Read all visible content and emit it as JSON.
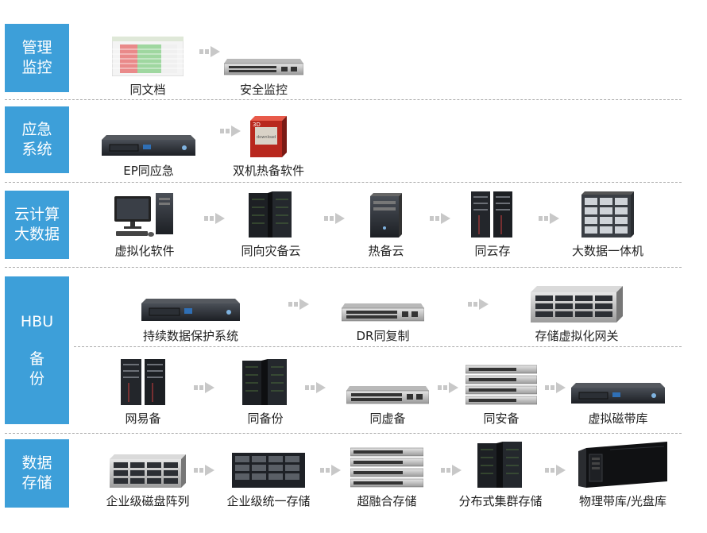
{
  "colors": {
    "category_bg": "#3d9fd9",
    "arrow": "#c8c8c8",
    "divider": "#aaaaaa"
  },
  "categories": [
    {
      "lines": [
        "管理",
        "监控"
      ]
    },
    {
      "lines": [
        "应急",
        "系统"
      ]
    },
    {
      "lines": [
        "云计算",
        "大数据"
      ]
    },
    {
      "lines": [
        "HBU",
        "备",
        "份"
      ]
    },
    {
      "lines": [
        "数据",
        "存储"
      ]
    }
  ],
  "items": {
    "tongwendang": {
      "label": "同文档",
      "icon": "spreadsheet-screenshot-icon"
    },
    "anquanjiankong": {
      "label": "安全监控",
      "icon": "network-switch-icon"
    },
    "ep_tongyingji": {
      "label": "EP同应急",
      "icon": "rack-server-icon"
    },
    "shuangjirebei": {
      "label": "双机热备软件",
      "icon": "software-box-icon"
    },
    "box_text_top": "3D",
    "box_text_side": "download",
    "xunihua": {
      "label": "虚拟化软件",
      "icon": "desktop-computer-icon"
    },
    "tongxiangzaibei": {
      "label": "同向灾备云",
      "icon": "server-cabinet-icon"
    },
    "rebeiyun": {
      "label": "热备云",
      "icon": "tower-server-icon"
    },
    "tongyuncun": {
      "label": "同云存",
      "icon": "server-cabinet-icon"
    },
    "dashuju": {
      "label": "大数据一体机",
      "icon": "storage-array-icon"
    },
    "chixu": {
      "label": "持续数据保护系统",
      "icon": "rack-server-icon"
    },
    "dr_fuzhi": {
      "label": "DR同复制",
      "icon": "network-switch-icon"
    },
    "cunchuxuni": {
      "label": "存储虚拟化网关",
      "icon": "storage-rack-icon"
    },
    "wangyibei": {
      "label": "网易备",
      "icon": "server-cabinet-icon"
    },
    "tongbeifen": {
      "label": "同备份",
      "icon": "server-cabinet-icon"
    },
    "tongxubei": {
      "label": "同虚备",
      "icon": "network-switch-icon"
    },
    "tonganbei": {
      "label": "同安备",
      "icon": "stacked-switches-icon"
    },
    "xunicidai": {
      "label": "虚拟磁带库",
      "icon": "rack-server-icon"
    },
    "qiye_zhenlie": {
      "label": "企业级磁盘阵列",
      "icon": "storage-rack-icon"
    },
    "qiye_tongyi": {
      "label": "企业级统一存储",
      "icon": "storage-rack-dark-icon"
    },
    "chaorongo": {
      "label": "超融合存储",
      "icon": "stacked-switches-icon"
    },
    "fenbushi": {
      "label": "分布式集群存储",
      "icon": "server-cabinet-icon"
    },
    "wulidaiku": {
      "label": "物理带库/光盘库",
      "icon": "tape-library-icon"
    }
  }
}
